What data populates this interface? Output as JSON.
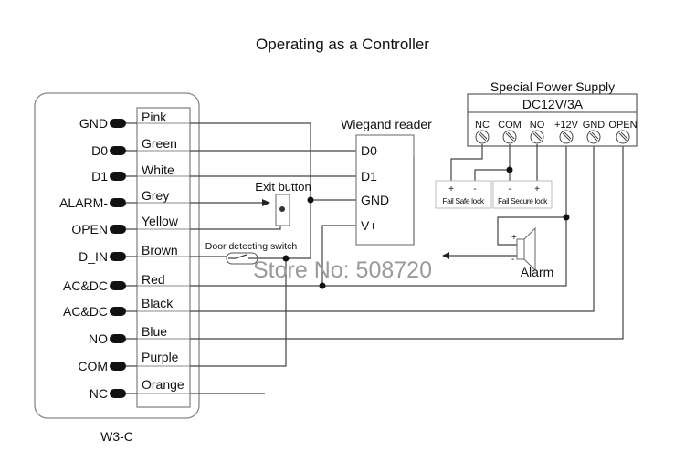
{
  "title": "Operating as a Controller",
  "controller": {
    "model": "W3-C",
    "terminals": [
      "GND",
      "D0",
      "D1",
      "ALARM-",
      "OPEN",
      "D_IN",
      "AC&DC",
      "AC&DC",
      "NO",
      "COM",
      "NC"
    ],
    "wire_colors": [
      "Pink",
      "Green",
      "White",
      "Grey",
      "Yellow",
      "Brown",
      "Red",
      "Black",
      "Blue",
      "Purple",
      "Orange"
    ]
  },
  "wiegand_reader": {
    "title": "Wiegand reader",
    "pins": [
      "D0",
      "D1",
      "GND",
      "V+"
    ]
  },
  "exit_button": "Exit button",
  "door_switch": "Door detecting switch",
  "power_supply": {
    "title": "Special Power Supply",
    "rating": "DC12V/3A",
    "terminals": [
      "NC",
      "COM",
      "NO",
      "+12V",
      "GND",
      "OPEN"
    ]
  },
  "locks": {
    "fail_safe": {
      "label": "Fail Safe lock",
      "left": "+",
      "right": "-"
    },
    "fail_secure": {
      "label": "Fail Secure lock",
      "left": "-",
      "right": "+"
    }
  },
  "alarm": {
    "label": "Alarm",
    "plus": "+",
    "minus": "-"
  },
  "watermark": "Store No: 508720"
}
